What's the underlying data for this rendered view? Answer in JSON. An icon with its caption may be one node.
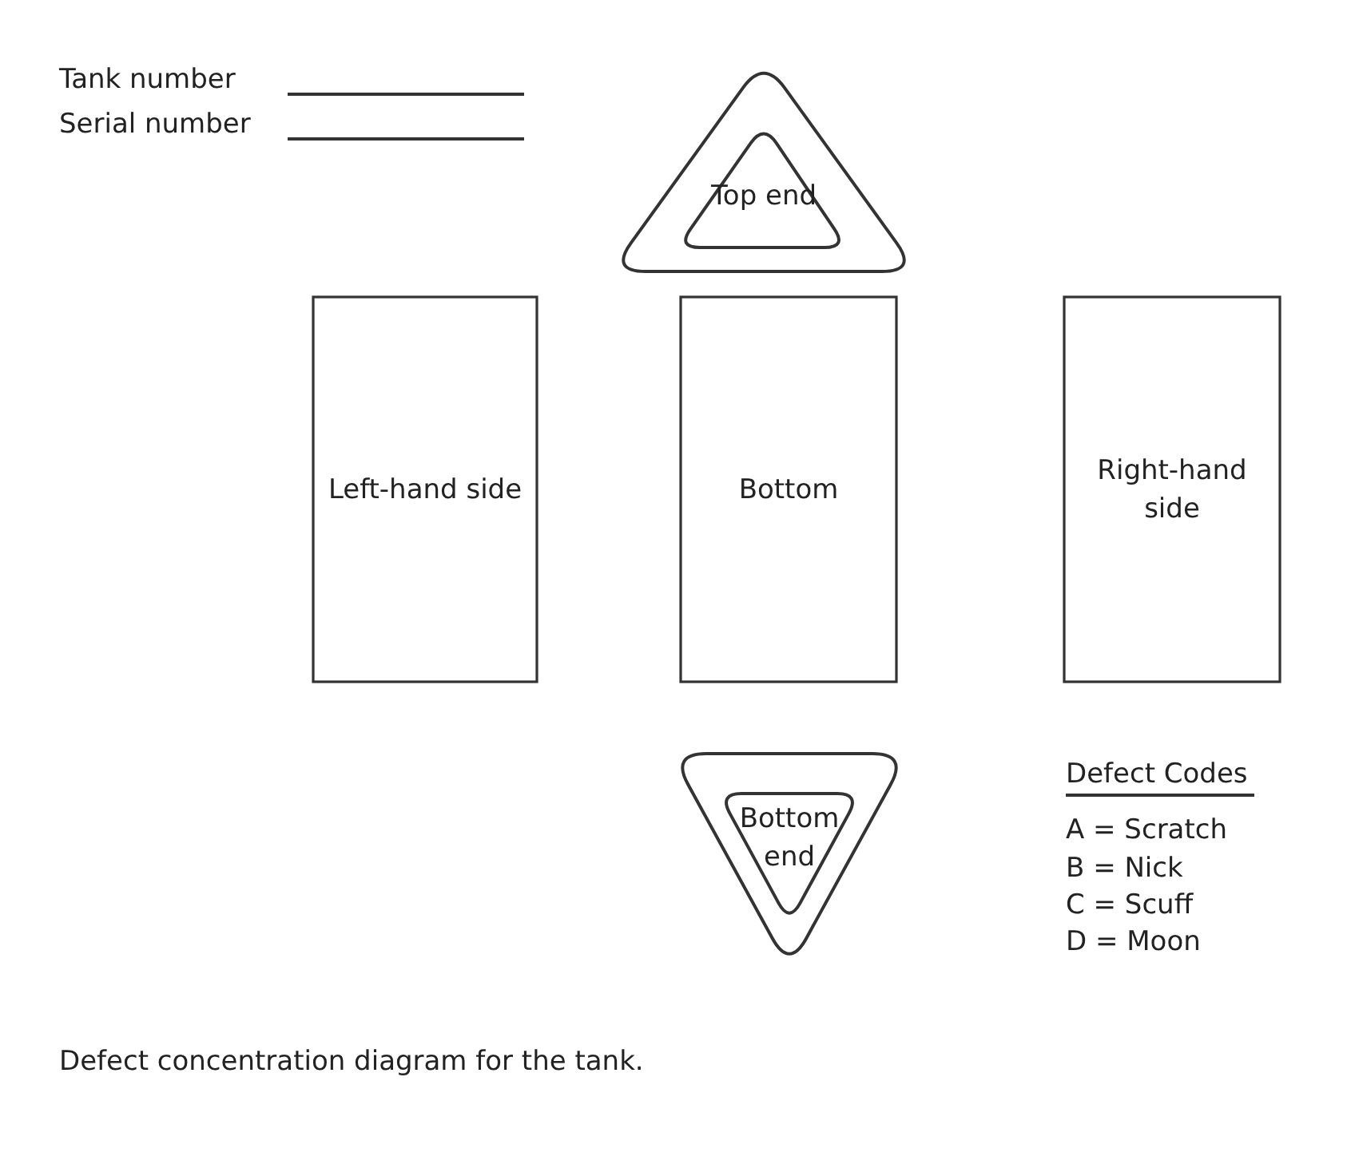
{
  "diagram": {
    "caption": "Defect concentration diagram for the tank.",
    "nodes": [
      {
        "text": [
          "Top end"
        ]
      },
      {
        "text": [
          "Left-hand side"
        ]
      },
      {
        "text": [
          "Bottom"
        ]
      },
      {
        "text": [
          "Right-hand side"
        ]
      },
      {
        "text": [
          "Bottom end"
        ]
      }
    ],
    "edges": [],
    "labels": [
      "Tank number",
      "Serial number",
      "Defect Codes",
      "A = Scratch",
      "B = Nick",
      "C = Scuff",
      "D = Moon"
    ]
  }
}
